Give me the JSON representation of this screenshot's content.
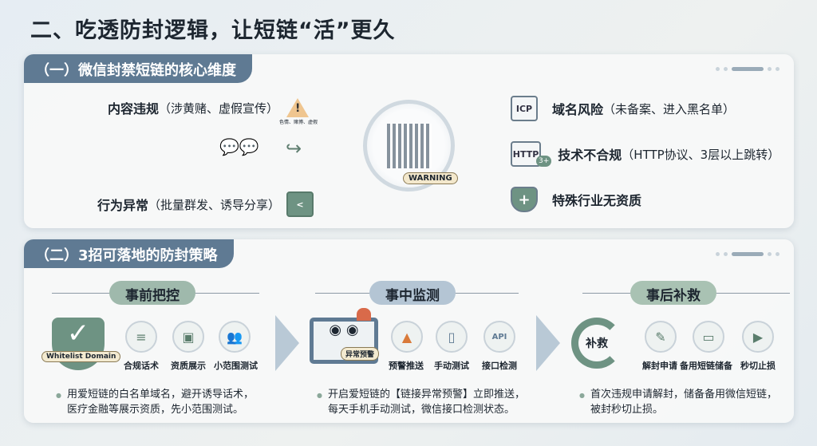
{
  "title": "二、吃透防封逻辑，让短链“活”更久",
  "section1": {
    "heading": "（一）微信封禁短链的核心维度",
    "left": [
      {
        "label": "内容违规",
        "detail": "（涉黄赌、虚假宣传）",
        "sub": "色情、赌博、虚假"
      },
      {
        "label": "行为异常",
        "detail": "（批量群发、诱导分享）"
      }
    ],
    "center_badge": "WARNING",
    "right": [
      {
        "icon_text": "ICP",
        "label": "域名风险",
        "detail": "（未备案、进入黑名单）"
      },
      {
        "icon_text": "HTTP",
        "icon_sub": "3+",
        "label": "技术不合规",
        "detail": "（HTTP协议、3层以上跳转）"
      },
      {
        "label": "特殊行业无资质",
        "detail": ""
      }
    ]
  },
  "section2": {
    "heading": "（二）3招可落地的防封策略",
    "columns": [
      {
        "title": "事前把控",
        "badge": "Whitelist Domain",
        "items": [
          "合规话术",
          "资质展示",
          "小范围测试"
        ],
        "bullet": [
          "用爱短链的白名单域名，避开诱导话术，",
          "医疗金融等展示资质，先小范围测试。"
        ],
        "color": "#9fb9ac"
      },
      {
        "title": "事中监测",
        "badge": "异常预警",
        "items": [
          "预警推送",
          "手动测试",
          "接口检测"
        ],
        "icon_text": "API",
        "bullet": [
          "开启爱短链的【链接异常预警】立即推送，",
          "每天手机手动测试，微信接口检测状态。"
        ],
        "color": "#b4c5d4"
      },
      {
        "title": "事后补救",
        "badge": "补救",
        "items": [
          "解封申请",
          "备用短链储备",
          "秒切止损"
        ],
        "bullet": [
          "首次违规申请解封，储备备用微信短链，",
          "被封秒切止损。"
        ],
        "color": "#a9c2b3"
      }
    ]
  }
}
